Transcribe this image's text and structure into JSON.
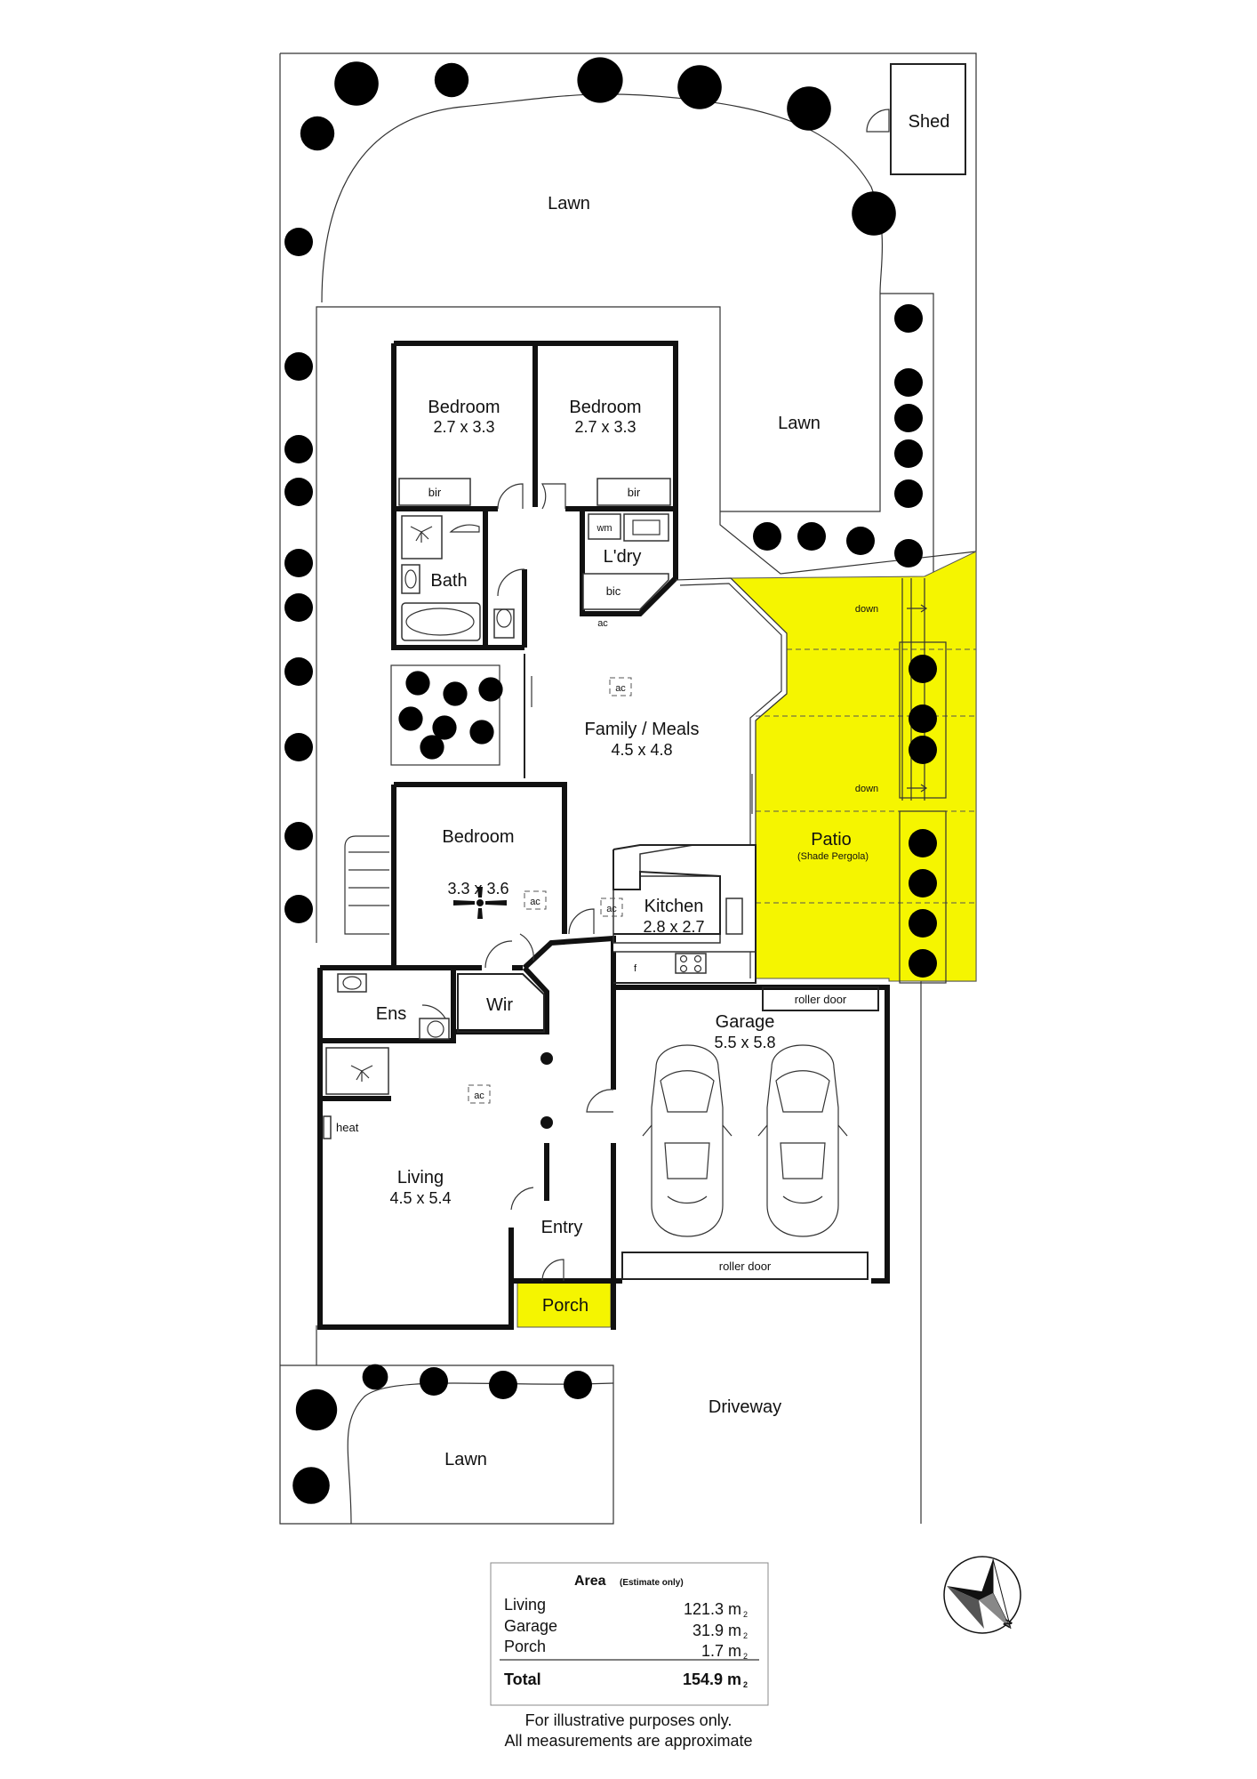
{
  "rooms": {
    "bedroom1": {
      "name": "Bedroom",
      "dim": "2.7 x 3.3",
      "bir": "bir"
    },
    "bedroom2": {
      "name": "Bedroom",
      "dim": "2.7 x 3.3",
      "bir": "bir"
    },
    "bath": {
      "name": "Bath"
    },
    "laundry": {
      "name": "L'dry",
      "wm": "wm",
      "bic": "bic",
      "ac": "ac"
    },
    "family": {
      "name": "Family / Meals",
      "dim": "4.5 x 4.8",
      "ac": "ac"
    },
    "bedroom3": {
      "name": "Bedroom",
      "dim": "3.3 x 3.6",
      "ac": "ac"
    },
    "kitchen": {
      "name": "Kitchen",
      "dim": "2.8 x 2.7",
      "ac": "ac",
      "fridge": "f"
    },
    "ens": {
      "name": "Ens"
    },
    "wir": {
      "name": "Wir"
    },
    "living": {
      "name": "Living",
      "dim": "4.5 x 5.4",
      "ac": "ac",
      "heat": "heat"
    },
    "entry": {
      "name": "Entry"
    },
    "porch": {
      "name": "Porch"
    },
    "garage": {
      "name": "Garage",
      "dim": "5.5 x 5.8",
      "door_top": "roller door",
      "door_bottom": "roller door"
    },
    "patio": {
      "name": "Patio",
      "sub": "(Shade Pergola)",
      "down1": "down",
      "down2": "down"
    },
    "shed": {
      "name": "Shed"
    }
  },
  "outdoor": {
    "lawn_top": "Lawn",
    "lawn_right": "Lawn",
    "lawn_front": "Lawn",
    "driveway": "Driveway"
  },
  "area_table": {
    "title": "Area",
    "note": "(Estimate only)",
    "rows": [
      {
        "label": "Living",
        "value": "121.3 m",
        "unit": "2"
      },
      {
        "label": "Garage",
        "value": "31.9 m",
        "unit": "2"
      },
      {
        "label": "Porch",
        "value": "1.7 m",
        "unit": "2"
      }
    ],
    "total": {
      "label": "Total",
      "value": "154.9 m",
      "unit": "2"
    }
  },
  "compass": {
    "label": "N"
  },
  "footer": {
    "line1": "For illustrative purposes only.",
    "line2": "All measurements are approximate"
  },
  "colors": {
    "highlight": "#f5f500"
  }
}
